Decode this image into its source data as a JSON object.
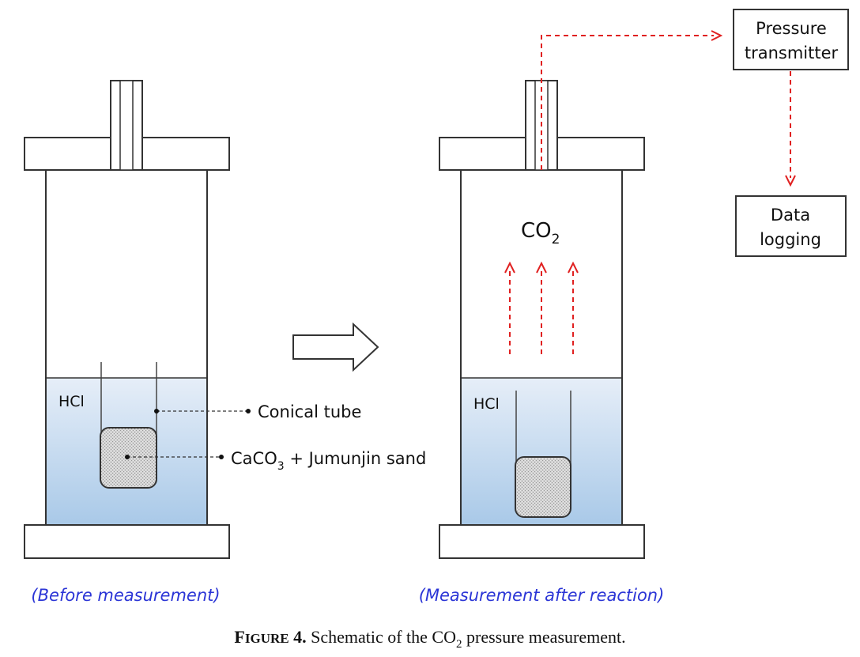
{
  "labels": {
    "hcl_left": "HCl",
    "hcl_right": "HCl",
    "conical_tube": "Conical tube",
    "sample_prefix": "CaCO",
    "sample_sub": "3",
    "sample_suffix": " + Jumunjin sand",
    "co2_main": "CO",
    "co2_sub": "2",
    "pressure_line1": "Pressure",
    "pressure_line2": "transmitter",
    "logging_line1": "Data",
    "logging_line2": "logging"
  },
  "captions": {
    "before": "(Before measurement)",
    "after": "(Measurement after reaction)"
  },
  "figure_caption": {
    "prefix_big": "F",
    "prefix_small": "IGURE",
    "number": " 4.",
    "text_before": " Schematic of the CO",
    "text_sub": "2",
    "text_after": " pressure measurement."
  },
  "colors": {
    "liquid_top": "#e6eef8",
    "liquid_bottom": "#a9c9e8",
    "flow_arrow": "#e02020",
    "caption_blue": "#2b35d6",
    "outline": "#333333"
  }
}
